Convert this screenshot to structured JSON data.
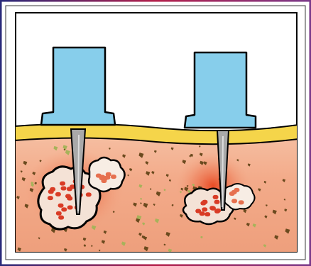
{
  "diagram": {
    "colors": {
      "outer_border_top": "#b4204a",
      "outer_border_left": "#2a2a7a",
      "inner_border": "#000000",
      "background": "#ffffff",
      "needle_hub": "#87ceeb",
      "needle_shaft": "#a6a6a6",
      "epidermis": "#f5d54a",
      "dermis": "#f1a07d",
      "dermis_light": "#f6c2a6",
      "red_glow": "#e8461f",
      "lesion_fill": "#f4e2d6",
      "lesion_dot": "#d93c26",
      "particle": "#6b4a1e",
      "particle_green": "#a7b25a"
    },
    "elements": {
      "needle_left": "needle",
      "needle_right": "needle",
      "skin_surface": "epidermis",
      "tissue": "dermis",
      "lesion_left": "cell-cluster",
      "lesion_right": "cell-cluster"
    }
  }
}
